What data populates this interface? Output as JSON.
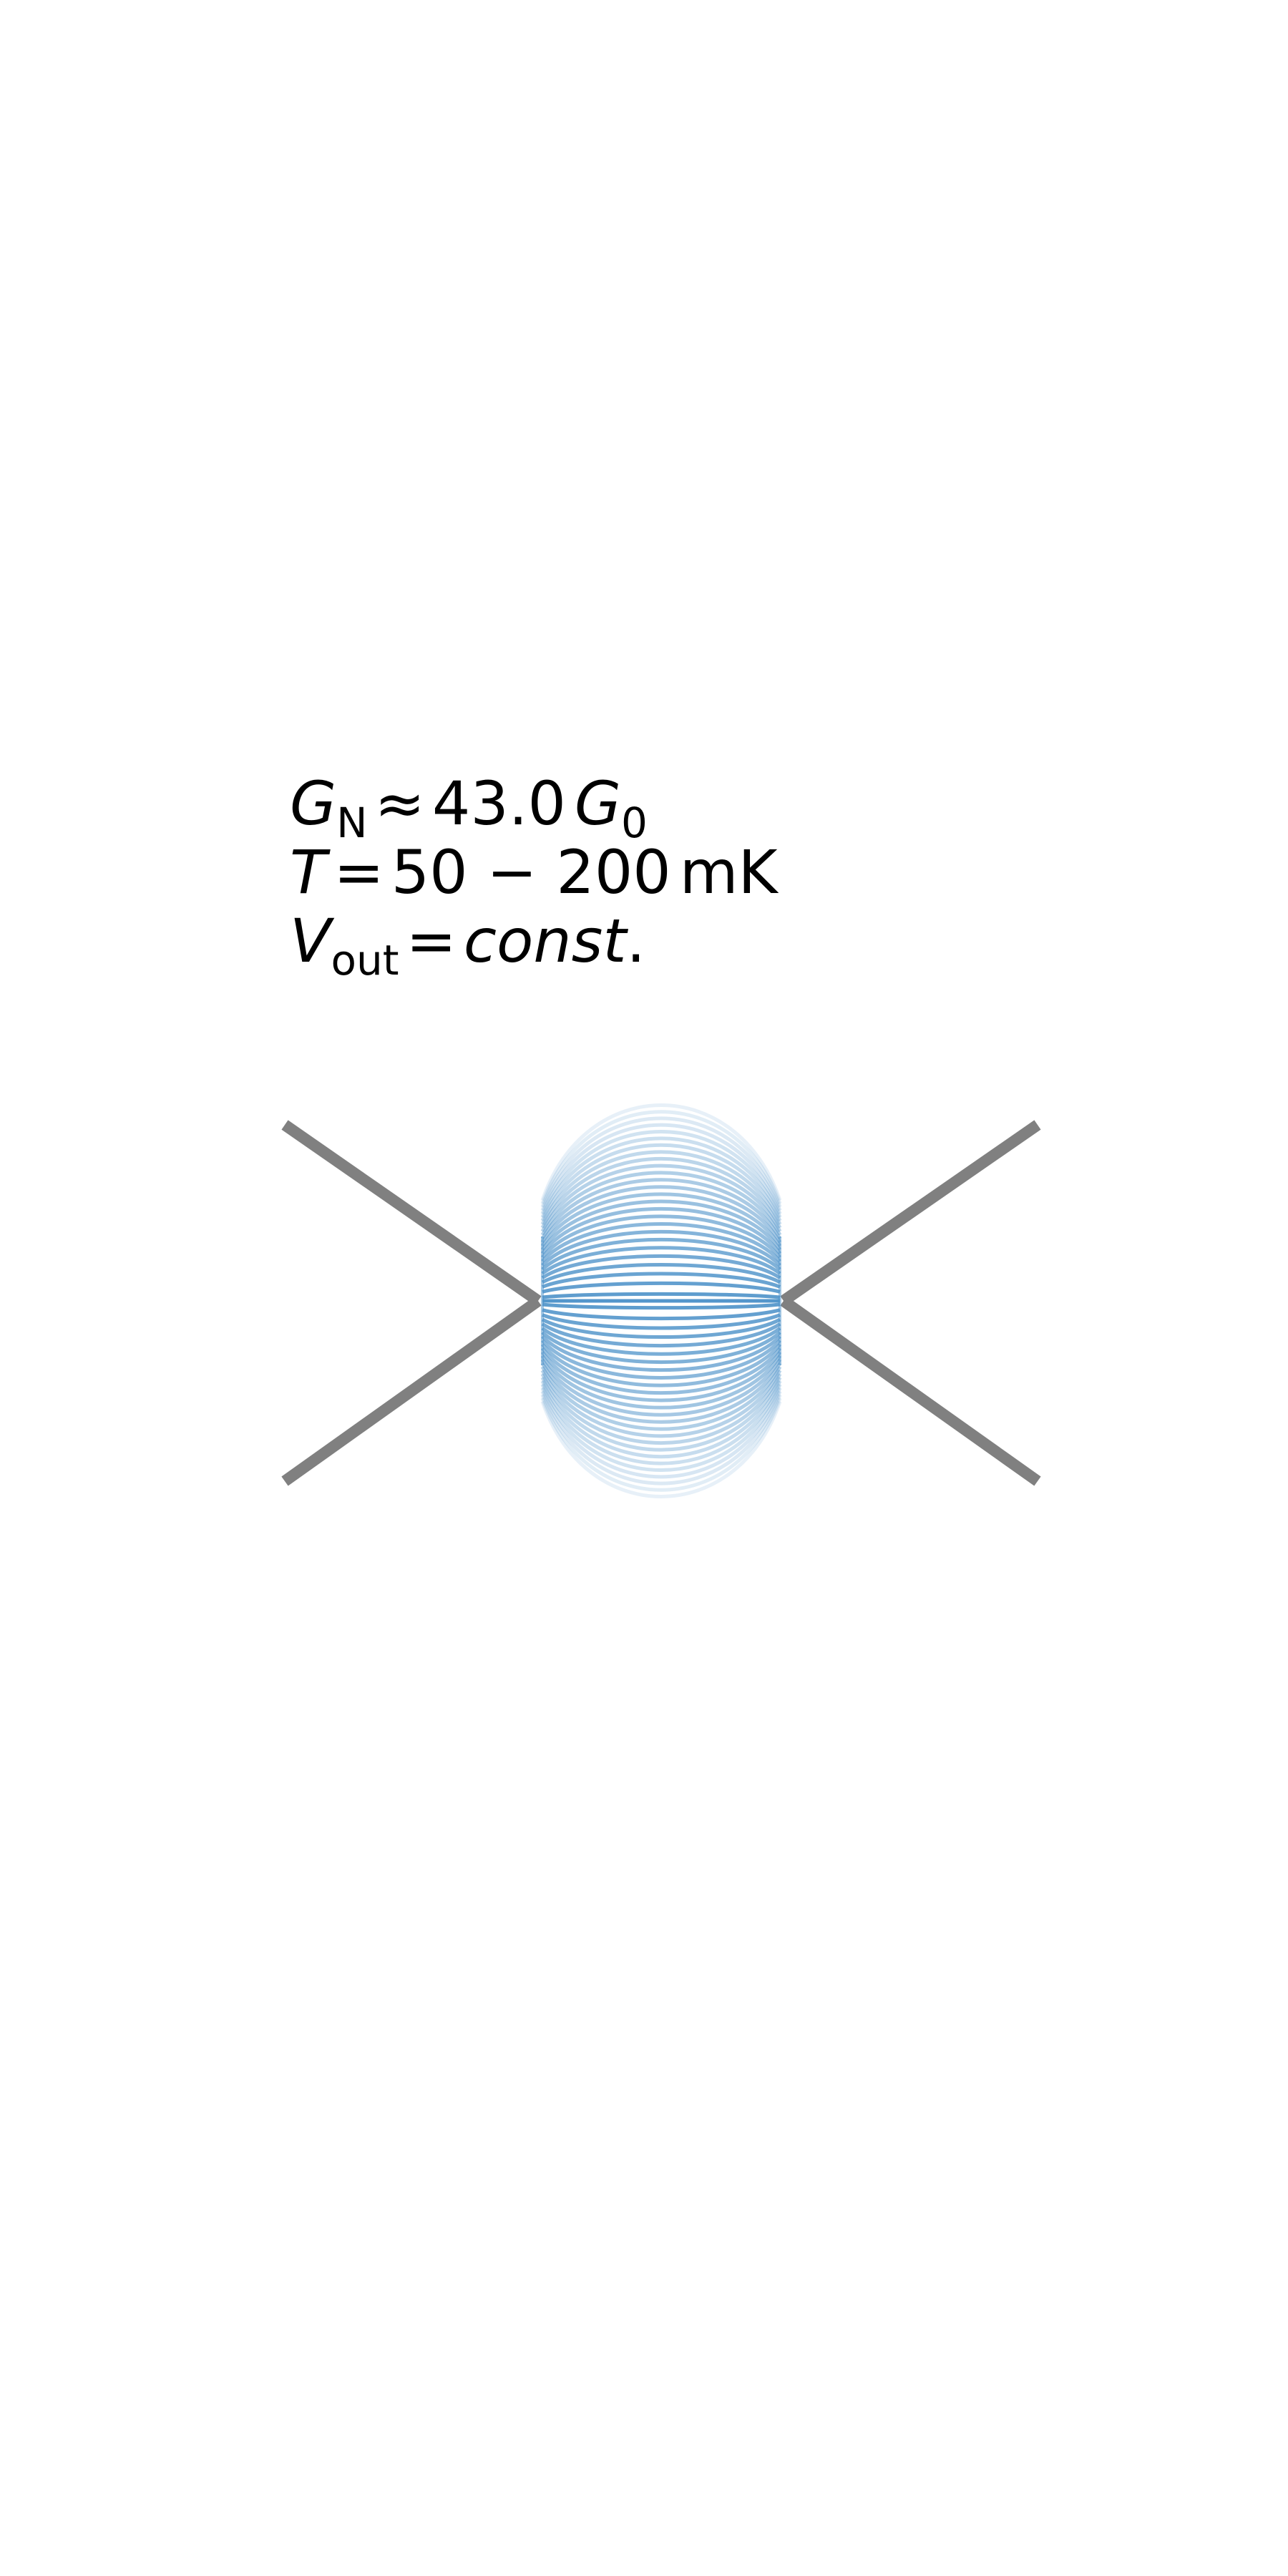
{
  "annotation": {
    "line1": {
      "var": "G",
      "sub": "N",
      "op": "≈",
      "value": "43.0",
      "unit_var": "G",
      "unit_sub": "0"
    },
    "line2": {
      "var": "T",
      "op": "=",
      "range": "50 − 200",
      "unit": "mK"
    },
    "line3": {
      "var": "V",
      "sub": "out",
      "op": "=",
      "value": "const",
      "suffix": "."
    }
  },
  "colors": {
    "electrode": "#808080",
    "fringe": "#4a90c8",
    "text": "#000000",
    "background": "#ffffff"
  },
  "fringe_count": 26
}
